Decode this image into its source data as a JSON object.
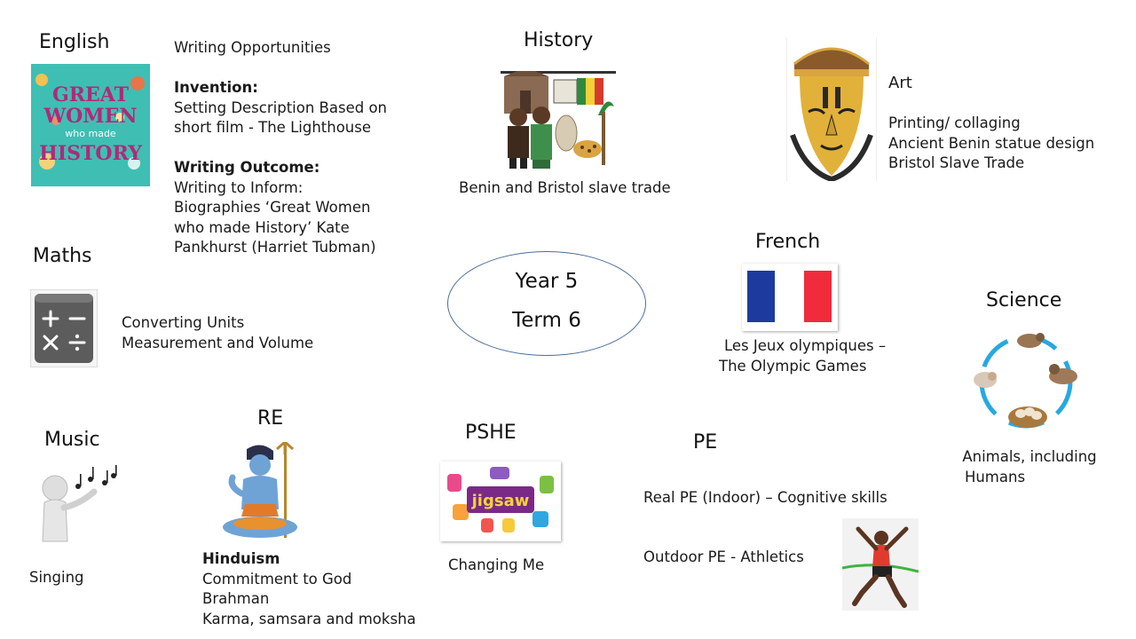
{
  "english": {
    "heading": "English",
    "book_cover": {
      "line1": "GREAT",
      "line2": "WOMEN",
      "line3": "who made",
      "line4": "HISTORY",
      "bg": "#3fbfb4",
      "accent": "#b0297a"
    },
    "lines": [
      {
        "text": "Writing Opportunities",
        "bold": false
      },
      {
        "text": "",
        "bold": false
      },
      {
        "text": "Invention:",
        "bold": true
      },
      {
        "text": "Setting Description Based on",
        "bold": false
      },
      {
        "text": "short film - The Lighthouse",
        "bold": false
      },
      {
        "text": "",
        "bold": false
      },
      {
        "text": "Writing Outcome:",
        "bold": true
      },
      {
        "text": "Writing to Inform:",
        "bold": false
      },
      {
        "text": "Biographies ‘Great Women",
        "bold": false
      },
      {
        "text": "who made History’ Kate",
        "bold": false
      },
      {
        "text": "Pankhurst (Harriet Tubman)",
        "bold": false
      }
    ]
  },
  "history": {
    "heading": "History",
    "caption": "Benin and Bristol slave trade"
  },
  "art": {
    "heading": "Art",
    "lines": [
      "Printing/ collaging",
      "Ancient Benin statue design",
      "Bristol Slave Trade"
    ]
  },
  "maths": {
    "heading": "Maths",
    "lines": [
      "Converting Units",
      "Measurement and Volume"
    ]
  },
  "center": {
    "line1": "Year 5",
    "line2": "Term 6"
  },
  "french": {
    "heading": "French",
    "lines": [
      "Les Jeux olympiques –",
      "The Olympic Games"
    ],
    "flag_colors": [
      "#1d3b9e",
      "#ffffff",
      "#ef2b3c"
    ]
  },
  "science": {
    "heading": "Science",
    "lines": [
      "Animals, including",
      "Humans"
    ]
  },
  "music": {
    "heading": "Music",
    "caption": "Singing"
  },
  "re": {
    "heading": "RE",
    "subheading": "Hinduism",
    "lines": [
      "Commitment to God",
      "Brahman",
      "Karma, samsara and moksha"
    ]
  },
  "pshe": {
    "heading": "PSHE",
    "caption": "Changing Me",
    "logo_text": "jigsaw"
  },
  "pe": {
    "heading": "PE",
    "lines": [
      "Real PE (Indoor) – Cognitive skills",
      "Outdoor PE -  Athletics"
    ]
  }
}
